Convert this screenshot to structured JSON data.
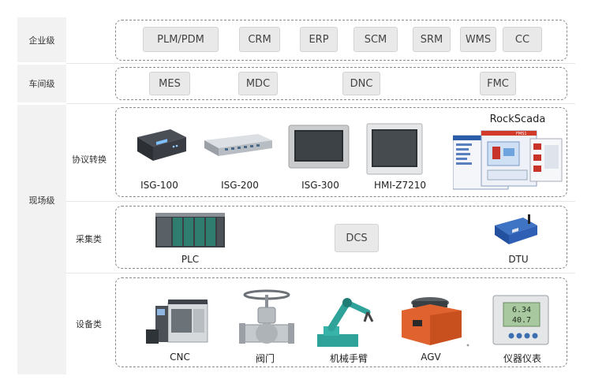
{
  "levels": {
    "enterprise": "企业级",
    "workshop": "车间级",
    "field": "现场级"
  },
  "sublevels": {
    "protocol": "协议转换",
    "acquisition": "采集类",
    "equipment": "设备类"
  },
  "enterprise_systems": [
    "PLM/PDM",
    "CRM",
    "ERP",
    "SCM",
    "SRM",
    "WMS",
    "CC"
  ],
  "workshop_systems": [
    "MES",
    "MDC",
    "DNC",
    "FMC"
  ],
  "protocol_devices": [
    "ISG-100",
    "ISG-200",
    "ISG-300",
    "HMI-Z7210"
  ],
  "scada": {
    "title": "RockScada",
    "screen_label": "FMS1"
  },
  "acquisition_items": {
    "plc": "PLC",
    "dcs": "DCS",
    "dtu": "DTU"
  },
  "equipment_items": [
    "CNC",
    "阀门",
    "机械手臂",
    "AGV",
    "仪器仪表"
  ],
  "instrument_display": {
    "line1": "6.34",
    "line2": "40.7"
  }
}
